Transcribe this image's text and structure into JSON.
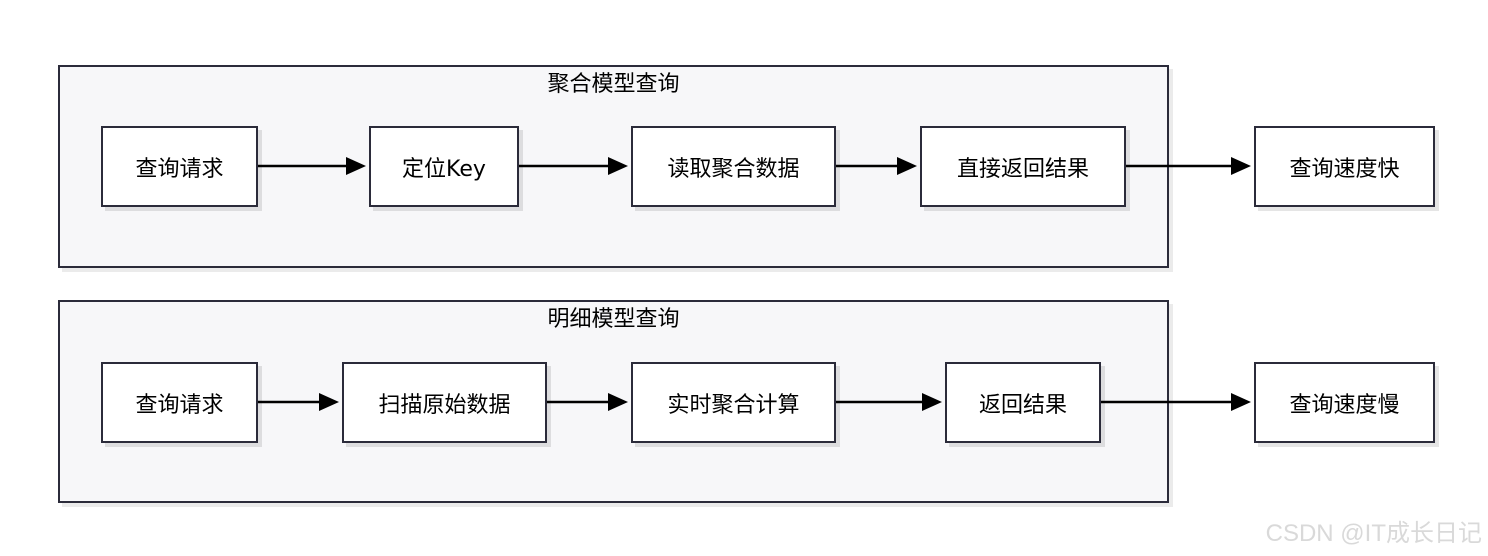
{
  "diagram": {
    "groups": [
      {
        "title": "聚合模型查询",
        "nodes": [
          "查询请求",
          "定位Key",
          "读取聚合数据",
          "直接返回结果"
        ],
        "result": "查询速度快"
      },
      {
        "title": "明细模型查询",
        "nodes": [
          "查询请求",
          "扫描原始数据",
          "实时聚合计算",
          "返回结果"
        ],
        "result": "查询速度慢"
      }
    ]
  },
  "watermark": "CSDN @IT成长日记",
  "colors": {
    "border": "#2b2b3a",
    "group_fill": "#f7f7f9",
    "node_fill": "#ffffff",
    "arrow": "#000000"
  }
}
